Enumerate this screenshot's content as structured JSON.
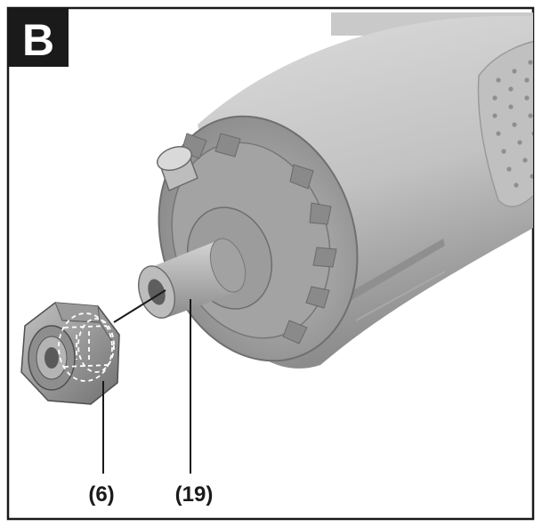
{
  "figure": {
    "panel_letter": "B",
    "callouts": {
      "nut": "(6)",
      "shaft": "(19)"
    },
    "colors": {
      "frame": "#1a1a1a",
      "badge_bg": "#1a1a1a",
      "badge_text": "#ffffff",
      "body_light": "#d4d4d4",
      "body_mid": "#b3b3b3",
      "body_dark": "#7a7a7a",
      "nut_light": "#b8b8b8",
      "nut_dark": "#6e6e6e"
    }
  }
}
